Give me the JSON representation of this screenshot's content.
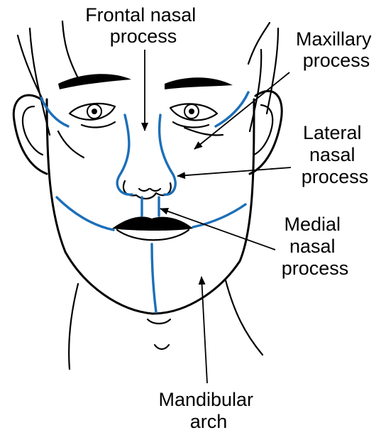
{
  "diagram": {
    "labels": {
      "frontal_nasal": [
        "Frontal nasal",
        "process"
      ],
      "maxillary": [
        "Maxillary",
        "process"
      ],
      "lateral_nasal": [
        "Lateral",
        "nasal",
        "process"
      ],
      "medial_nasal": [
        "Medial",
        "nasal",
        "process"
      ],
      "mandibular": [
        "Mandibular",
        "arch"
      ]
    },
    "colors": {
      "outline": "#000000",
      "process_boundary": "#1c6fb8"
    }
  }
}
